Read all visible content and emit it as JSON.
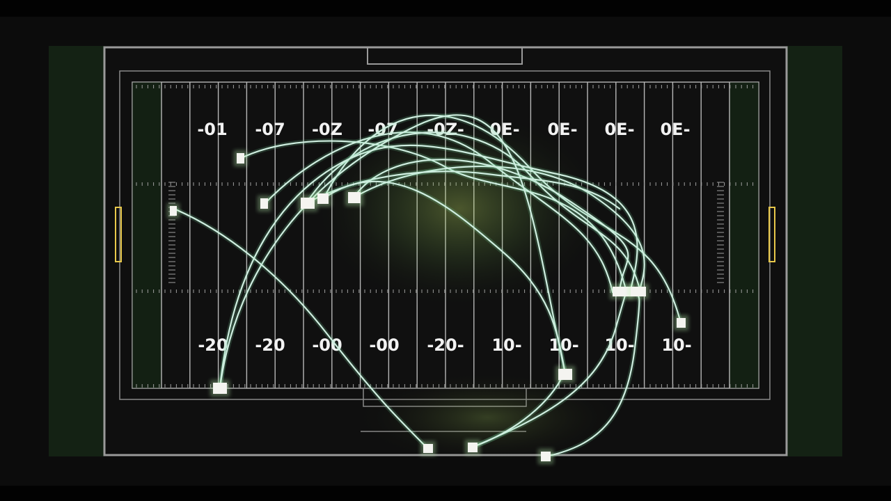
{
  "field": {
    "top_numbers": [
      "-01",
      "-07",
      "-0Z",
      "-07",
      "-0Z-",
      "0E-",
      "0E-",
      "0E-",
      "0E-"
    ],
    "bottom_numbers": [
      "-20",
      "-20",
      "-00",
      "-00",
      "-20-",
      "10-",
      "10-",
      "10-",
      "10-"
    ],
    "colors": {
      "background": "#0c0c0c",
      "turf": "#0f0f0f",
      "end_side": "#142214",
      "lines": "#bdbdbd",
      "goalpost": "#e8c84a",
      "route": "#cfeee0",
      "glow": "#b9e86a"
    }
  }
}
